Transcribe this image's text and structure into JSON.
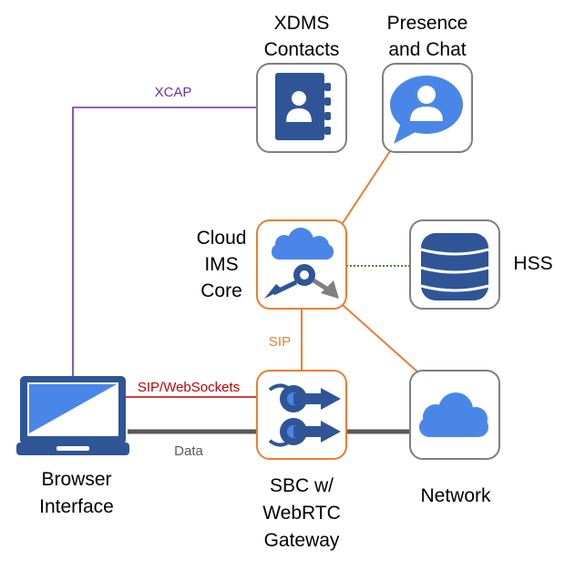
{
  "colors": {
    "xcap": "#7030a0",
    "sip": "#ed7d31",
    "websocket": "#c00000",
    "data": "#595959",
    "hss_link": "#538135",
    "icon_blue": "#2f5597",
    "icon_light": "#4a86e8",
    "box_gray": "#7f7f7f",
    "box_orange": "#ed7d31"
  },
  "nodes": {
    "xdms": {
      "line1": "XDMS",
      "line2": "Contacts",
      "icon": "contacts-book-icon"
    },
    "presence": {
      "line1": "Presence",
      "line2": "and Chat",
      "icon": "chat-user-icon"
    },
    "ims": {
      "line1": "Cloud",
      "line2": "IMS",
      "line3": "Core",
      "icon": "cloud-key-icon"
    },
    "hss": {
      "label": "HSS",
      "icon": "database-icon"
    },
    "browser": {
      "line1": "Browser",
      "line2": "Interface",
      "icon": "laptop-icon"
    },
    "sbc": {
      "line1": "SBC w/",
      "line2": "WebRTC",
      "line3": "Gateway",
      "icon": "gateway-arrows-icon"
    },
    "network": {
      "label": "Network",
      "icon": "cloud-icon"
    }
  },
  "edges": {
    "xcap": "XCAP",
    "sip": "SIP",
    "websockets": "SIP/WebSockets",
    "data": "Data"
  }
}
